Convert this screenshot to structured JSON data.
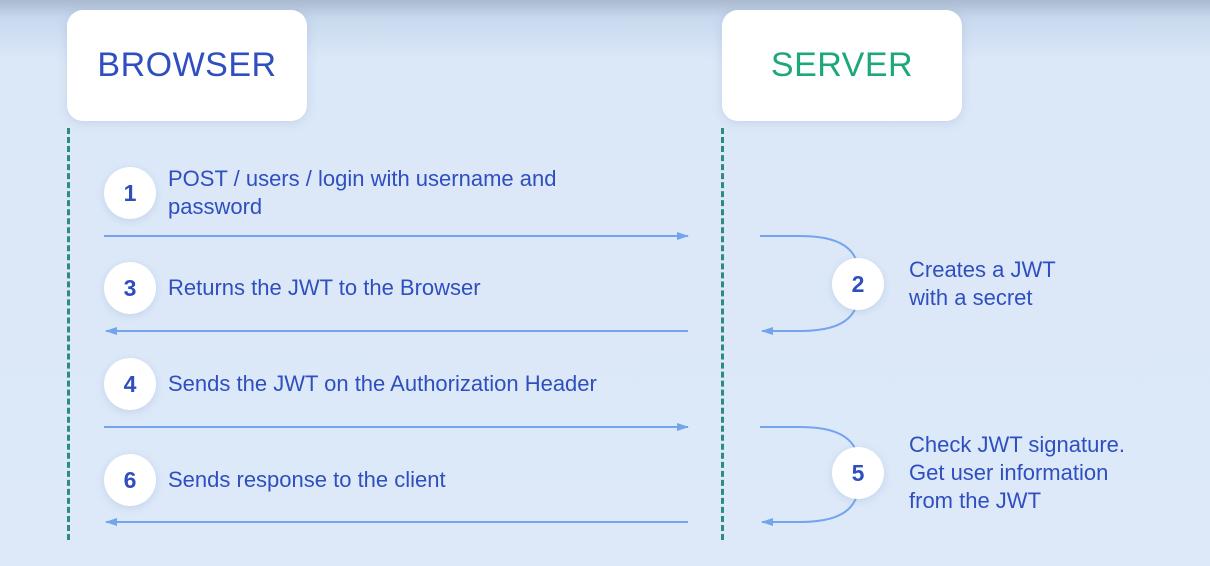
{
  "colors": {
    "browser_title": "#2f4fbf",
    "server_title": "#1ea77a",
    "step_text": "#2f4fbf",
    "arrow": "#74a4ec",
    "lifeline": "#2f8a86"
  },
  "browser": {
    "title": "BROWSER"
  },
  "server": {
    "title": "SERVER"
  },
  "steps": {
    "s1": {
      "number": "1",
      "line1": "POST / users / login with username and",
      "line2": "password"
    },
    "s2": {
      "number": "2",
      "line1": "Creates a JWT",
      "line2": "with a secret"
    },
    "s3": {
      "number": "3",
      "text": "Returns the JWT to the Browser"
    },
    "s4": {
      "number": "4",
      "text": "Sends the JWT on the Authorization Header"
    },
    "s5": {
      "number": "5",
      "line1": "Check JWT signature.",
      "line2": "Get user information",
      "line3": "from the JWT"
    },
    "s6": {
      "number": "6",
      "text": "Sends response to the client"
    }
  }
}
